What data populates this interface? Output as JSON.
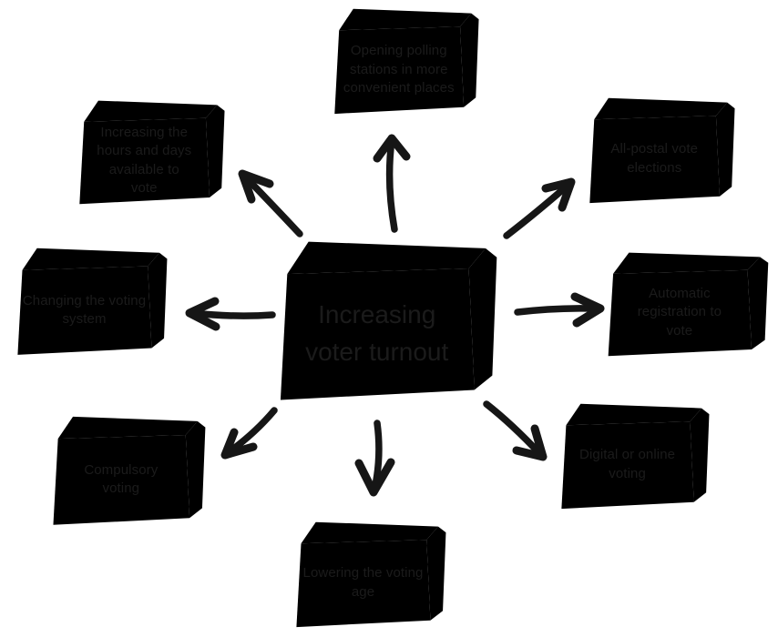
{
  "colors": {
    "background": "#ffffff",
    "face": "#F9E2A0",
    "top": "#EAAB55",
    "side": "#E3A04C",
    "outline": "#141414",
    "arrow": "#161616",
    "text": "#1b1b1b"
  },
  "center": {
    "label": "Increasing voter turnout"
  },
  "nodes": {
    "top": {
      "label": "Opening polling stations in more convenient places"
    },
    "top_left": {
      "label": "Increasing the hours and days available to vote"
    },
    "top_right": {
      "label": "All-postal vote elections"
    },
    "left": {
      "label": "Changing the voting system"
    },
    "right": {
      "label": "Automatic registration to vote"
    },
    "bottom_left": {
      "label": "Compulsory voting"
    },
    "bottom_right": {
      "label": "Digital or online voting"
    },
    "bottom": {
      "label": "Lowering the voting age"
    }
  }
}
